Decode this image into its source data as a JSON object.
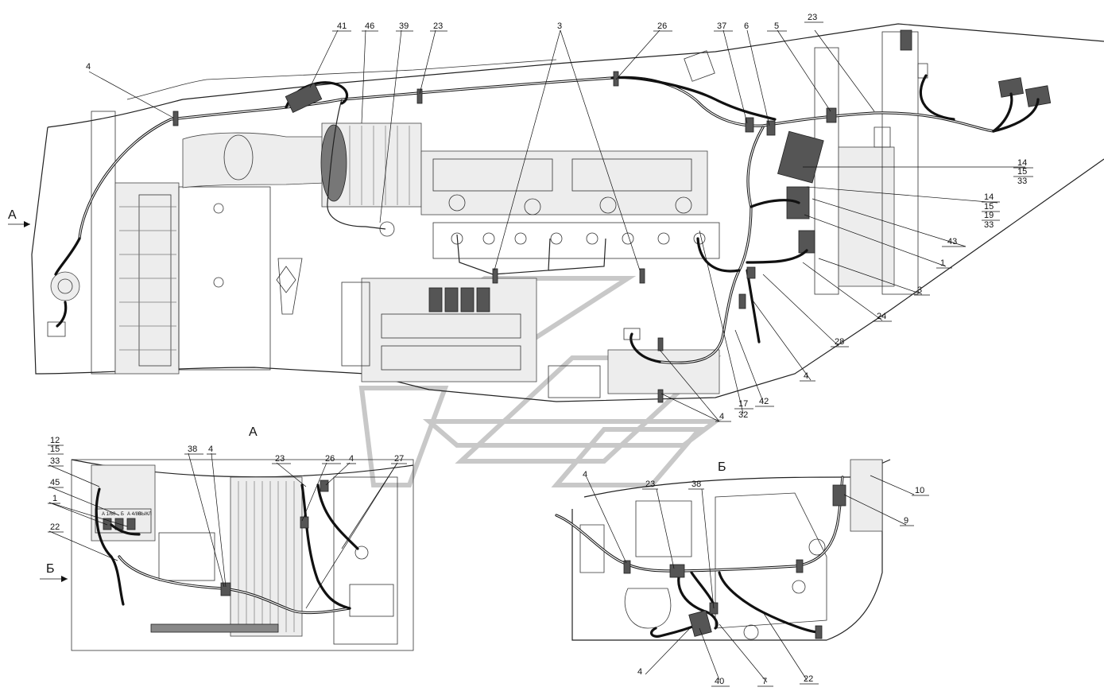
{
  "view_labels": {
    "a_view": "А",
    "b_view": "Б",
    "a_arrow": "А",
    "b_arrow": "Б"
  },
  "callouts": {
    "main": [
      {
        "id": "c4a",
        "text": "4"
      },
      {
        "id": "c41",
        "text": "41"
      },
      {
        "id": "c46",
        "text": "46"
      },
      {
        "id": "c39",
        "text": "39"
      },
      {
        "id": "c23a",
        "text": "23"
      },
      {
        "id": "c3a",
        "text": "3"
      },
      {
        "id": "c26a",
        "text": "26"
      },
      {
        "id": "c37",
        "text": "37"
      },
      {
        "id": "c6",
        "text": "6"
      },
      {
        "id": "c5",
        "text": "5"
      },
      {
        "id": "c23b",
        "text": "23"
      },
      {
        "id": "c14a",
        "text": "14"
      },
      {
        "id": "c15a",
        "text": "15"
      },
      {
        "id": "c33a",
        "text": "33"
      },
      {
        "id": "c14b",
        "text": "14"
      },
      {
        "id": "c15b",
        "text": "15"
      },
      {
        "id": "c19",
        "text": "19"
      },
      {
        "id": "c33b",
        "text": "33"
      },
      {
        "id": "c43",
        "text": "43"
      },
      {
        "id": "c1a",
        "text": "1"
      },
      {
        "id": "c3b",
        "text": "3"
      },
      {
        "id": "c24",
        "text": "24"
      },
      {
        "id": "c28",
        "text": "28"
      },
      {
        "id": "c4b",
        "text": "4"
      },
      {
        "id": "c42",
        "text": "42"
      },
      {
        "id": "c17",
        "text": "17"
      },
      {
        "id": "c32",
        "text": "32"
      },
      {
        "id": "c4c",
        "text": "4"
      }
    ],
    "view_a": [
      {
        "id": "a12",
        "text": "12"
      },
      {
        "id": "a15",
        "text": "15"
      },
      {
        "id": "a33",
        "text": "33"
      },
      {
        "id": "a45",
        "text": "45"
      },
      {
        "id": "a1",
        "text": "1"
      },
      {
        "id": "a22",
        "text": "22"
      },
      {
        "id": "a38",
        "text": "38"
      },
      {
        "id": "a4a",
        "text": "4"
      },
      {
        "id": "a23",
        "text": "23"
      },
      {
        "id": "a26",
        "text": "26"
      },
      {
        "id": "a4b",
        "text": "4"
      },
      {
        "id": "a27",
        "text": "27"
      }
    ],
    "view_b": [
      {
        "id": "b4a",
        "text": "4"
      },
      {
        "id": "b23",
        "text": "23"
      },
      {
        "id": "b38",
        "text": "38"
      },
      {
        "id": "b10",
        "text": "10"
      },
      {
        "id": "b9",
        "text": "9"
      },
      {
        "id": "b4b",
        "text": "4"
      },
      {
        "id": "b40",
        "text": "40"
      },
      {
        "id": "b7",
        "text": "7"
      },
      {
        "id": "b22",
        "text": "22"
      }
    ]
  },
  "view_a_panel_marks": [
    "А 1/60",
    "Б",
    "А 4/80",
    "ВЫКЛ"
  ]
}
